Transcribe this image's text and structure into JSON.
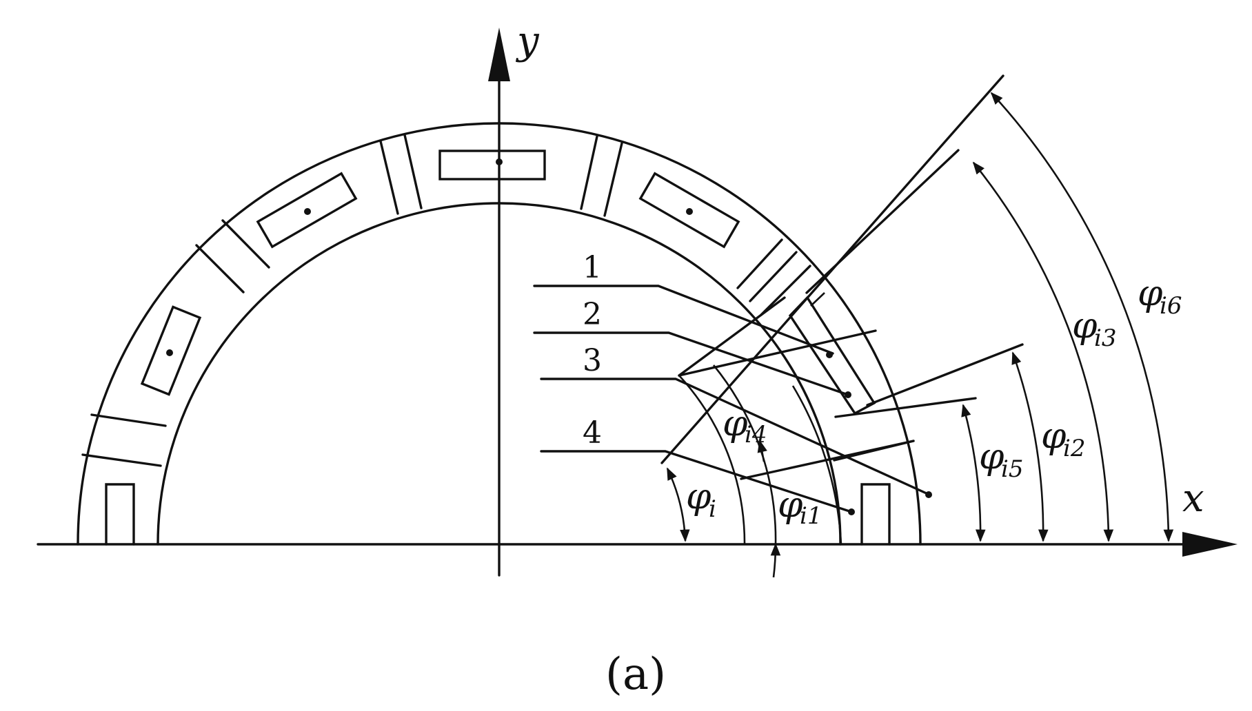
{
  "axes": {
    "x": "x",
    "y": "y"
  },
  "callouts": [
    "1",
    "2",
    "3",
    "4"
  ],
  "angles": [
    {
      "sym": "φ",
      "sub": "i"
    },
    {
      "sym": "φ",
      "sub": "i1"
    },
    {
      "sym": "φ",
      "sub": "i4"
    },
    {
      "sym": "φ",
      "sub": "i5"
    },
    {
      "sym": "φ",
      "sub": "i2"
    },
    {
      "sym": "φ",
      "sub": "i3"
    },
    {
      "sym": "φ",
      "sub": "i6"
    }
  ],
  "caption": "(a)"
}
